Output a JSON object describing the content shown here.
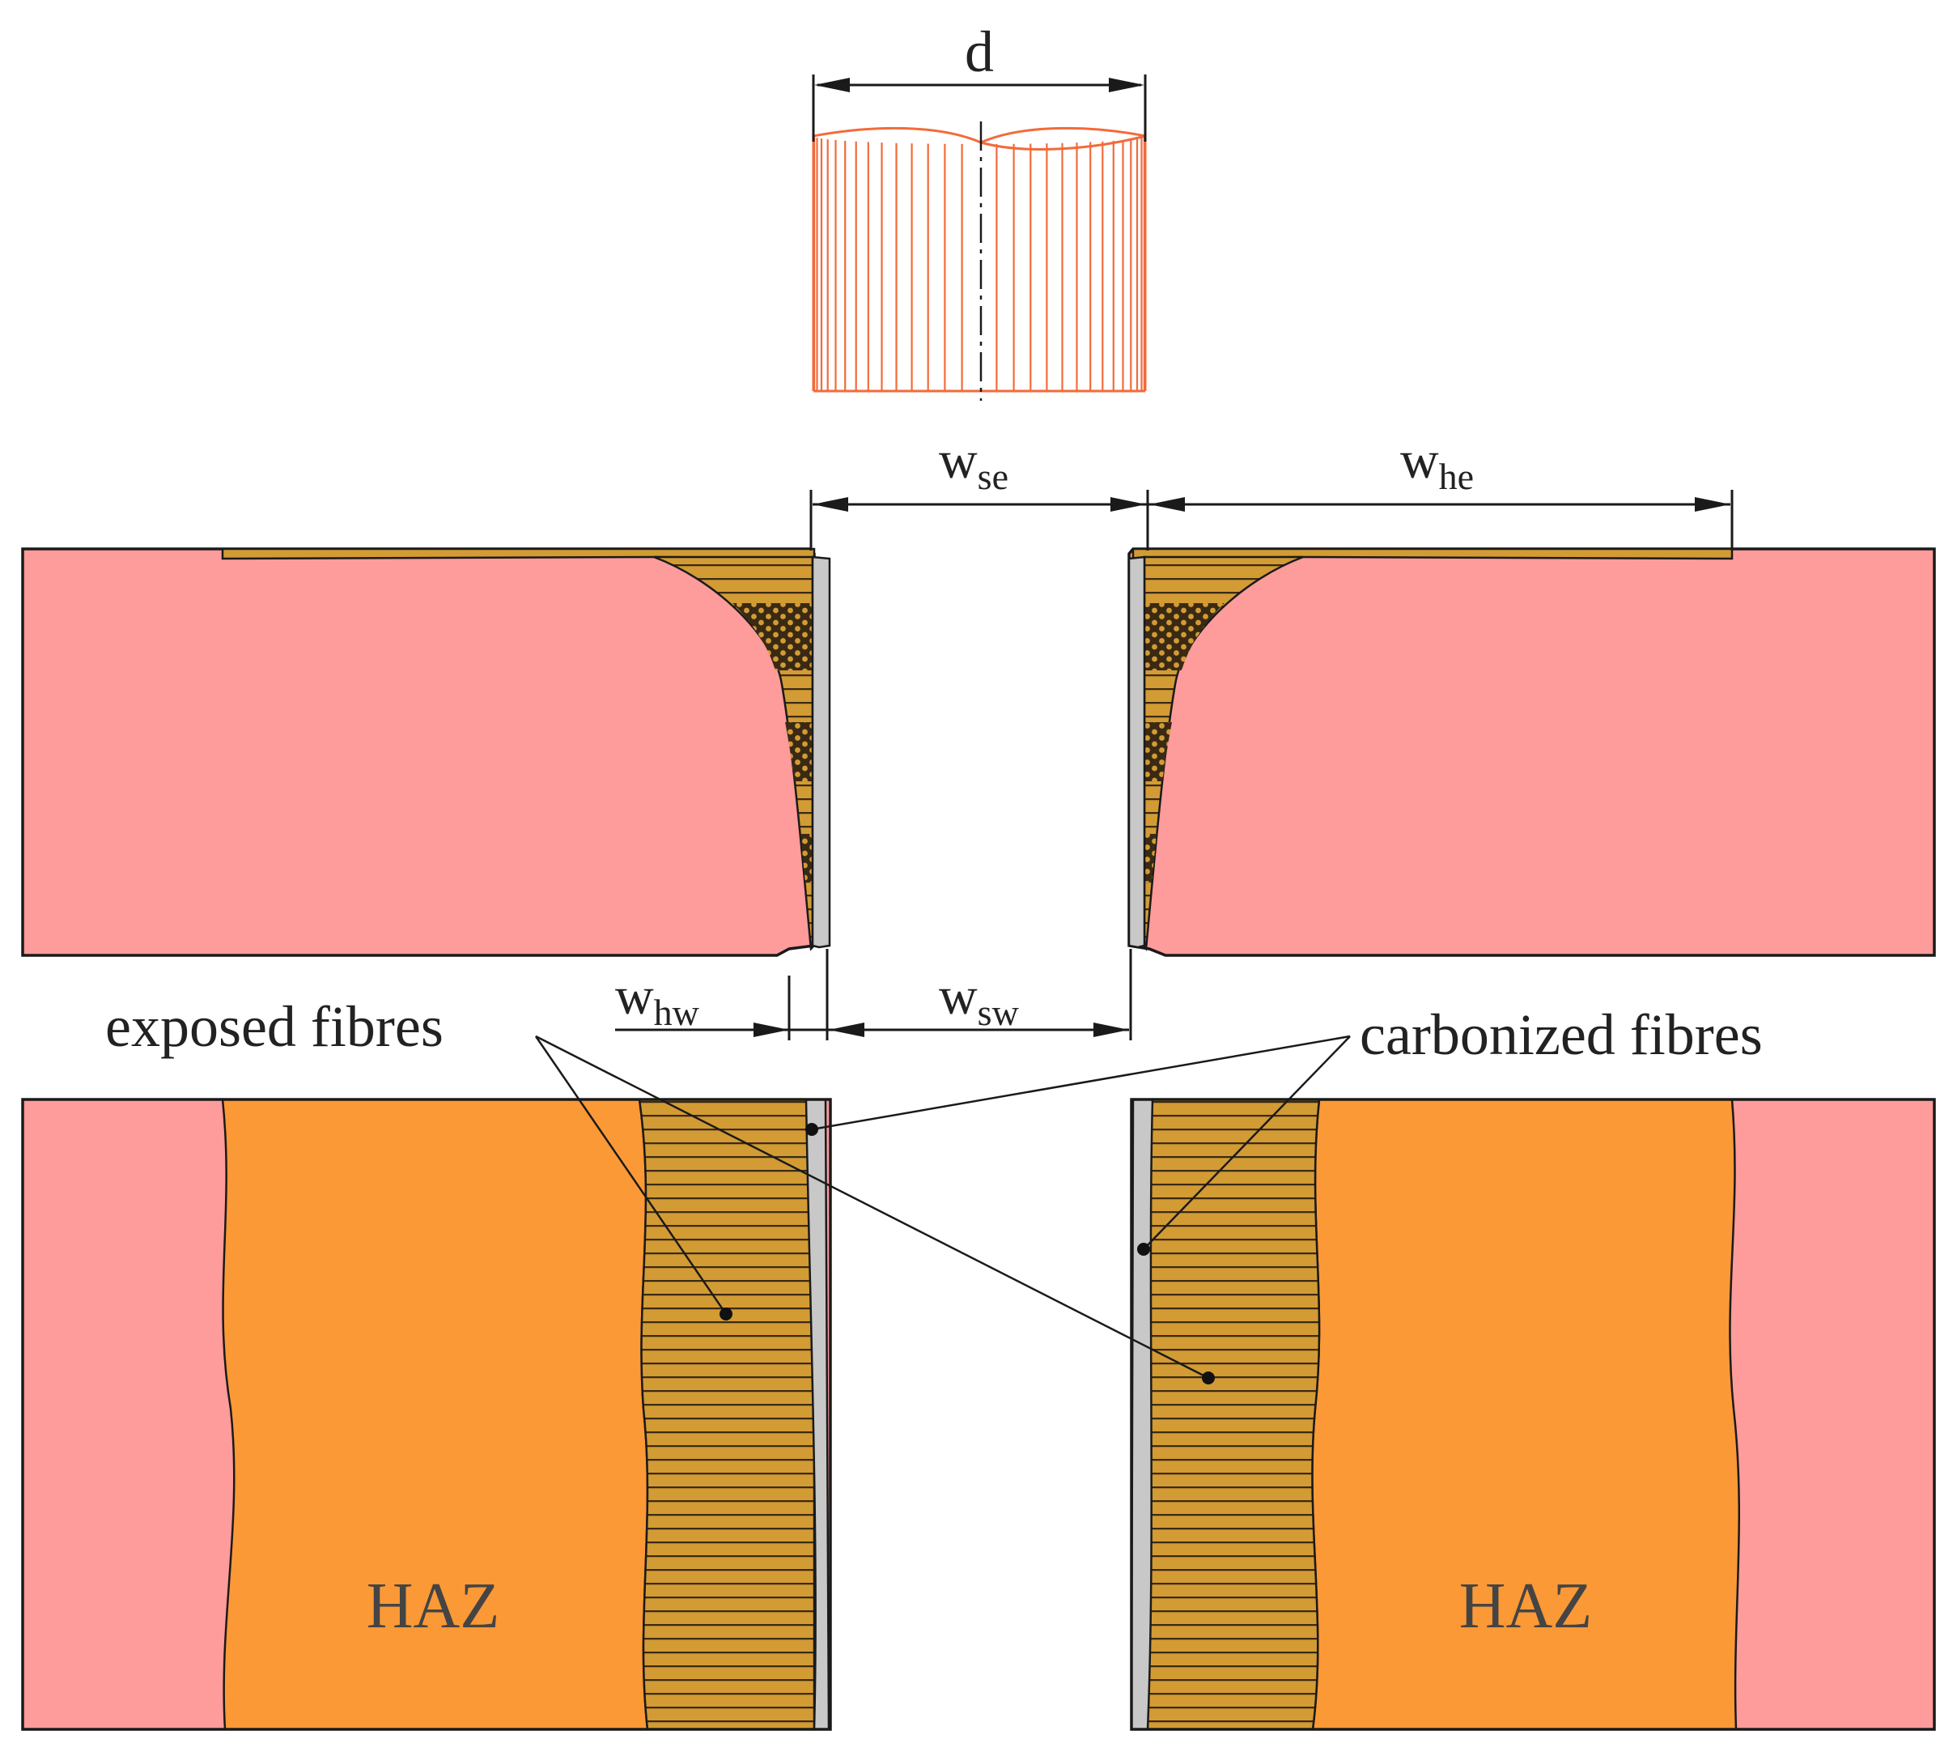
{
  "labels": {
    "diameter": "d",
    "w_se": {
      "main": "w",
      "sub": "se"
    },
    "w_he": {
      "main": "w",
      "sub": "he"
    },
    "w_hw": {
      "main": "w",
      "sub": "hw"
    },
    "w_sw": {
      "main": "w",
      "sub": "sw"
    },
    "exposed_fibres": "exposed fibres",
    "carbonized_fibres": "carbonized fibres",
    "haz_left": "HAZ",
    "haz_right": "HAZ"
  },
  "colors": {
    "material": "#fe9b9b",
    "haz": "#fb9936",
    "fibres": "#d39b34",
    "fibre_lines": "#3a2a14",
    "carbonized": "#c8c8c8",
    "tool": "#f26b3a",
    "outline": "#1a1a1a"
  }
}
